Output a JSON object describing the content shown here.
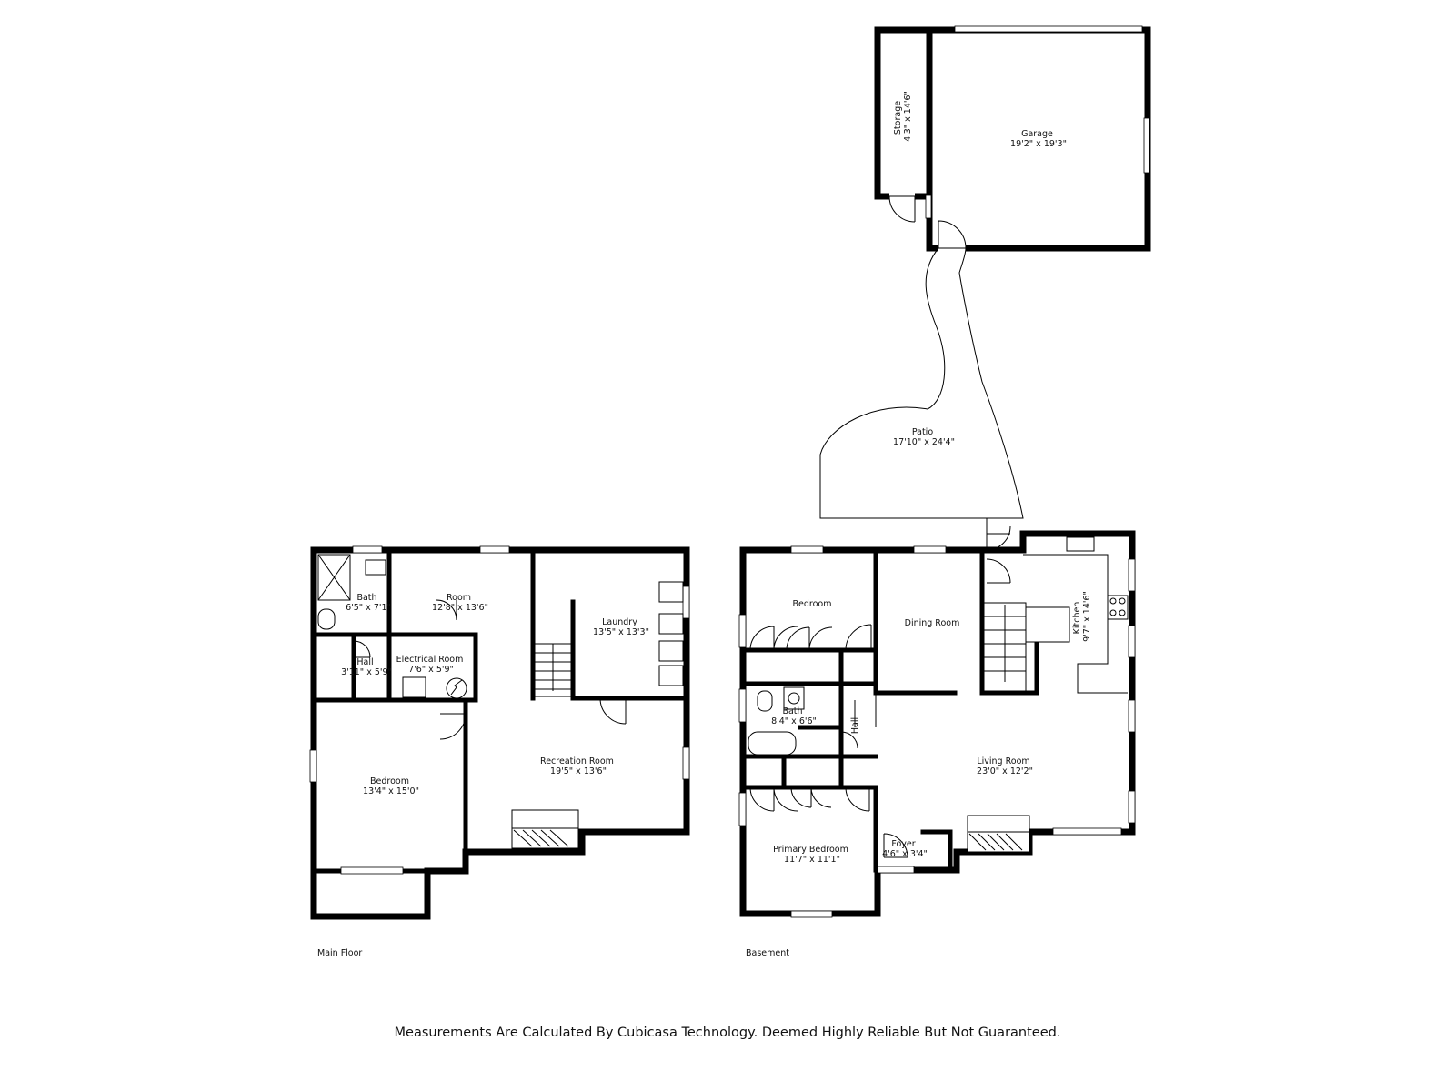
{
  "rooms": {
    "storage": {
      "name": "Storage",
      "dims": "4'3\" x 14'6\""
    },
    "garage": {
      "name": "Garage",
      "dims": "19'2\" x 19'3\""
    },
    "patio": {
      "name": "Patio",
      "dims": "17'10\" x 24'4\""
    },
    "bath_main": {
      "name": "Bath",
      "dims": "6'5\" x 7'1\""
    },
    "room_main": {
      "name": "Room",
      "dims": "12'8\" x 13'6\""
    },
    "laundry": {
      "name": "Laundry",
      "dims": "13'5\" x 13'3\""
    },
    "hall_main": {
      "name": "Hall",
      "dims": "3'11\" x 5'9\""
    },
    "electrical": {
      "name": "Electrical Room",
      "dims": "7'6\" x 5'9\""
    },
    "bedroom_main": {
      "name": "Bedroom",
      "dims": "13'4\" x 15'0\""
    },
    "recreation": {
      "name": "Recreation Room",
      "dims": "19'5\" x 13'6\""
    },
    "bedroom_base": {
      "name": "Bedroom"
    },
    "dining": {
      "name": "Dining Room"
    },
    "kitchen": {
      "name": "Kitchen",
      "dims": "9'7\" x 14'6\""
    },
    "bath_base": {
      "name": "Bath",
      "dims": "8'4\" x 6'6\""
    },
    "hall_base": {
      "name": "Hall"
    },
    "living": {
      "name": "Living Room",
      "dims": "23'0\" x 12'2\""
    },
    "foyer": {
      "name": "Foyer",
      "dims": "4'6\" x 3'4\""
    },
    "primary": {
      "name": "Primary Bedroom",
      "dims": "11'7\" x 11'1\""
    }
  },
  "floors": {
    "main": "Main Floor",
    "basement": "Basement"
  },
  "disclaimer": "Measurements Are Calculated By Cubicasa Technology. Deemed Highly Reliable But Not Guaranteed."
}
